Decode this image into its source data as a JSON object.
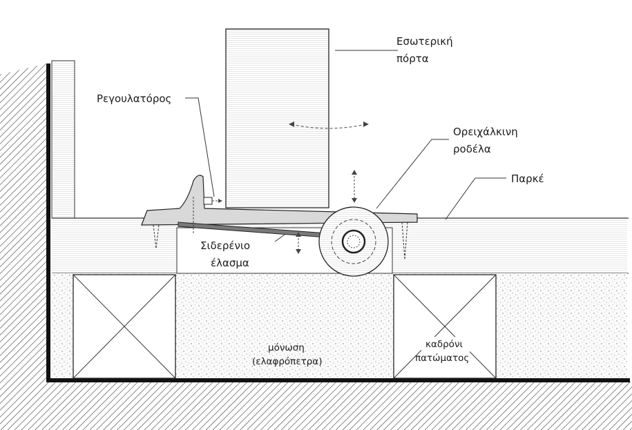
{
  "labels": {
    "door": [
      "Εσωτερική",
      "πόρτα"
    ],
    "regulator": "Ρεγουλατόρος",
    "brass_washer": [
      "Ορειχάλκινη",
      "ροδέλα"
    ],
    "parquet": "Παρκέ",
    "steel_plate": [
      "Σιδερένιο",
      "έλασμα"
    ],
    "insulation": [
      "μόνωση",
      "(ελαφρόπετρα)"
    ],
    "joist": [
      "καδρόνι",
      "πατώματος"
    ]
  }
}
